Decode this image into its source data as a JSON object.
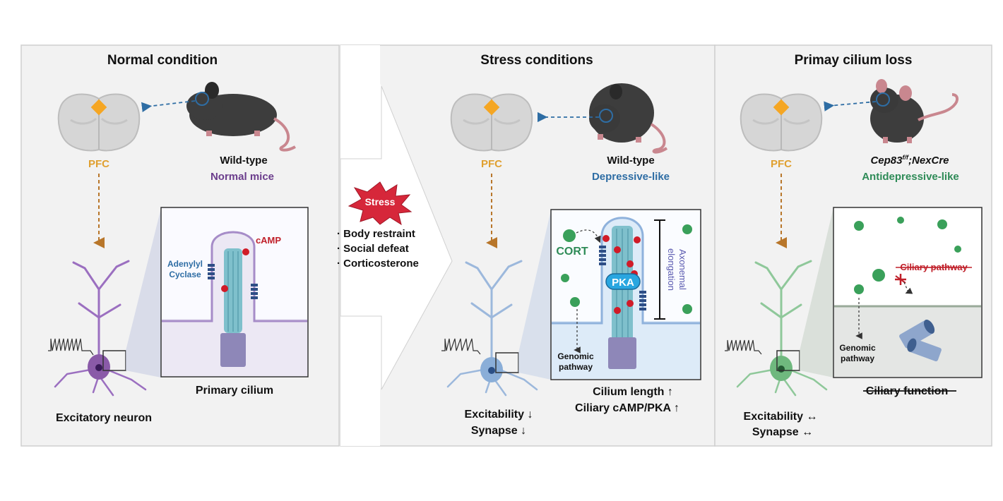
{
  "colors": {
    "panel_bg": "#f2f2f2",
    "panel_border": "#cfcfcf",
    "pfc_orange": "#f5a623",
    "pfc_label": "#e0a030",
    "purple": "#6b3d8c",
    "blue_dark": "#1f4e79",
    "blue_mid": "#2e6da4",
    "green": "#2e8b57",
    "red": "#c0202a",
    "cilium_teal": "#6fb6c6",
    "cilium_blue": "#3f5f8f"
  },
  "panels": {
    "normal": {
      "title": "Normal condition",
      "region_label": "PFC",
      "mouse_line1": "Wild-type",
      "mouse_line2": "Normal mice",
      "inset_caption": "Primary cilium",
      "neuron_label": "Excitatory neuron",
      "camp_label": "cAMP",
      "ac_line1": "Adenylyl",
      "ac_line2": "Cyclase",
      "mouse_icon": "mouse-icon",
      "brain_icon": "brain-icon"
    },
    "stress": {
      "title": "Stress conditions",
      "region_label": "PFC",
      "mouse_line1": "Wild-type",
      "mouse_line2": "Depressive-like",
      "cort_label": "CORT",
      "pka_label": "PKA",
      "axon_line1": "Axonemal",
      "axon_line2": "elongation",
      "genomic_line1": "Genomic",
      "genomic_line2": "pathway",
      "result1": "Cilium length ↑",
      "result2": "Ciliary cAMP/PKA ↑",
      "excit1": "Excitability ↓",
      "excit2": "Synapse ↓"
    },
    "stressor": {
      "badge": "Stress",
      "items": [
        "· Body restraint",
        "· Social defeat",
        "· Corticosterone"
      ]
    },
    "loss": {
      "title": "Primay cilium loss",
      "region_label": "PFC",
      "genotype_main": "Cep83",
      "genotype_sup": "f/f",
      "genotype_rest": ";NexCre",
      "mouse_line2": "Antidepressive-like",
      "ciliary_pathway": "Ciliary pathway",
      "genomic_line1": "Genomic",
      "genomic_line2": "pathway",
      "ciliary_function": "Ciliary function",
      "excit1": "Excitability ↔",
      "excit2": "Synapse ↔"
    }
  }
}
